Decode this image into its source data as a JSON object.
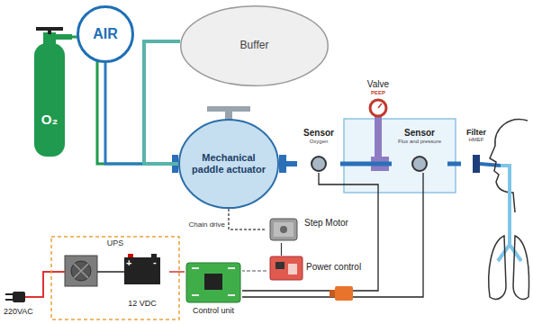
{
  "diagram": {
    "nodes": [
      {
        "text": [
          "O₂"
        ]
      },
      {
        "text": [
          "AIR"
        ]
      },
      {
        "text": [
          "Buffer"
        ]
      },
      {
        "text": [
          "Mechanical paddle actuator"
        ]
      },
      {
        "text": [
          "Valve",
          "PEEP"
        ]
      },
      {
        "text": [
          "Sensor",
          "Oxygen"
        ]
      },
      {
        "text": [
          "Sensor",
          "Flux and pressure"
        ]
      },
      {
        "text": [
          "Filter",
          "HMEF"
        ]
      },
      {
        "text": [
          "Step Motor"
        ]
      },
      {
        "text": [
          "Power control"
        ]
      },
      {
        "text": [
          "UPS"
        ]
      },
      {
        "text": [
          "12 VDC"
        ],
        "in": 10
      },
      {
        "text": [
          "Control unit"
        ]
      }
    ],
    "edges": [
      {
        "from": 0,
        "to": 3,
        "arrow": "none"
      },
      {
        "from": 1,
        "to": 3,
        "arrow": "none"
      },
      {
        "from": 2,
        "to": 3,
        "arrow": "none"
      },
      {
        "from": 3,
        "to": 5,
        "arrow": "none"
      },
      {
        "from": 5,
        "to": 6,
        "arrow": "none"
      },
      {
        "from": 6,
        "to": 7,
        "arrow": "none"
      },
      {
        "from": 3,
        "to": 8,
        "label": "Chain drive",
        "arrow": "none"
      },
      {
        "from": 8,
        "to": 9,
        "arrow": "none"
      },
      {
        "from": 9,
        "to": 12,
        "arrow": "none"
      },
      {
        "from": 12,
        "to": 5,
        "arrow": "none"
      },
      {
        "from": 12,
        "to": 6,
        "arrow": "none"
      },
      {
        "from": 11,
        "to": 12,
        "arrow": "none"
      }
    ],
    "labels": [
      "+",
      "-",
      "220VAC"
    ]
  }
}
